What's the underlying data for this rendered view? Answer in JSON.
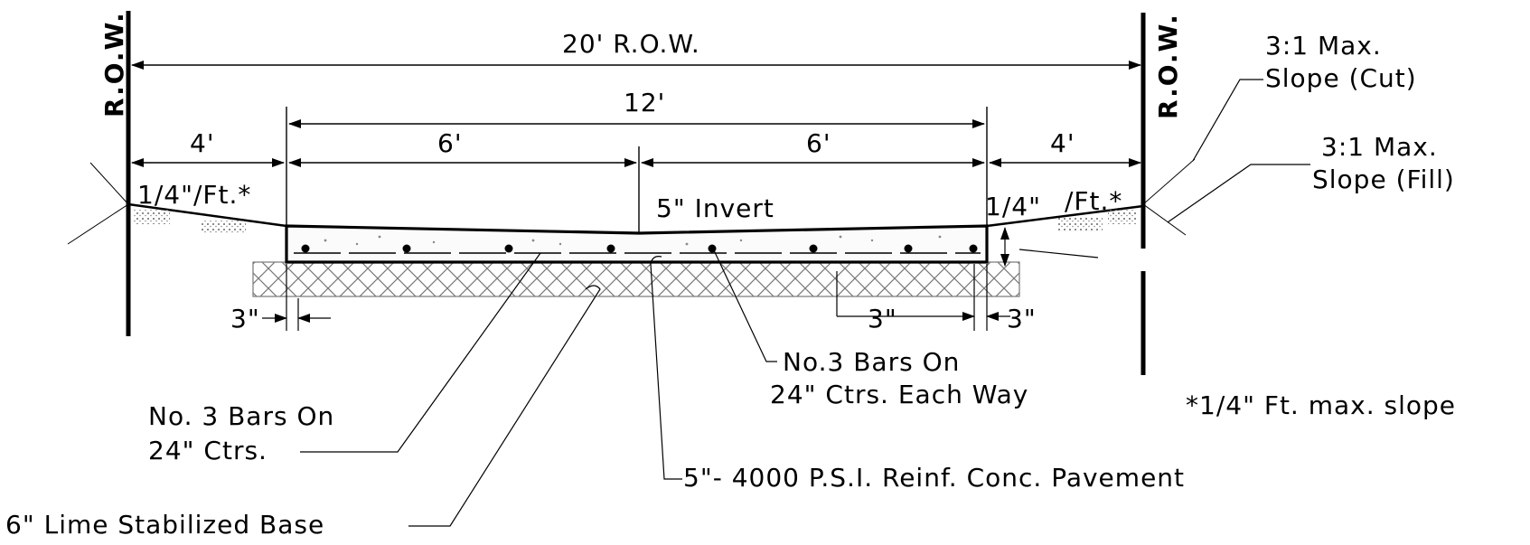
{
  "row": {
    "left_label": "R.O.W.",
    "right_label": "R.O.W.",
    "width_label": "20' R.O.W."
  },
  "dimensions": {
    "pavement_width": "12'",
    "left_shoulder": "4'",
    "left_half": "6'",
    "right_half": "6'",
    "right_shoulder": "4'",
    "left_edge_offset": "3\"",
    "right_edge_offset_inner": "3\"",
    "right_edge_offset_outer": "3\""
  },
  "slopes": {
    "left_cross_slope": "1/4\"/Ft.*",
    "right_cross_slope_a": "1/4\"",
    "right_cross_slope_b": "/Ft.*",
    "cut_slope_line1": "3:1 Max.",
    "cut_slope_line2": "Slope (Cut)",
    "fill_slope_line1": "3:1 Max.",
    "fill_slope_line2": "Slope (Fill)"
  },
  "callouts": {
    "invert": "5\" Invert",
    "bars_right_line1": "No.3 Bars On",
    "bars_right_line2": "24\" Ctrs. Each Way",
    "bars_left_line1": "No. 3 Bars On",
    "bars_left_line2": "24\" Ctrs.",
    "pavement": "5\"- 4000 P.S.I. Reinf. Conc. Pavement",
    "base": "6\" Lime Stabilized Base",
    "note": "*1/4\" Ft. max. slope"
  }
}
